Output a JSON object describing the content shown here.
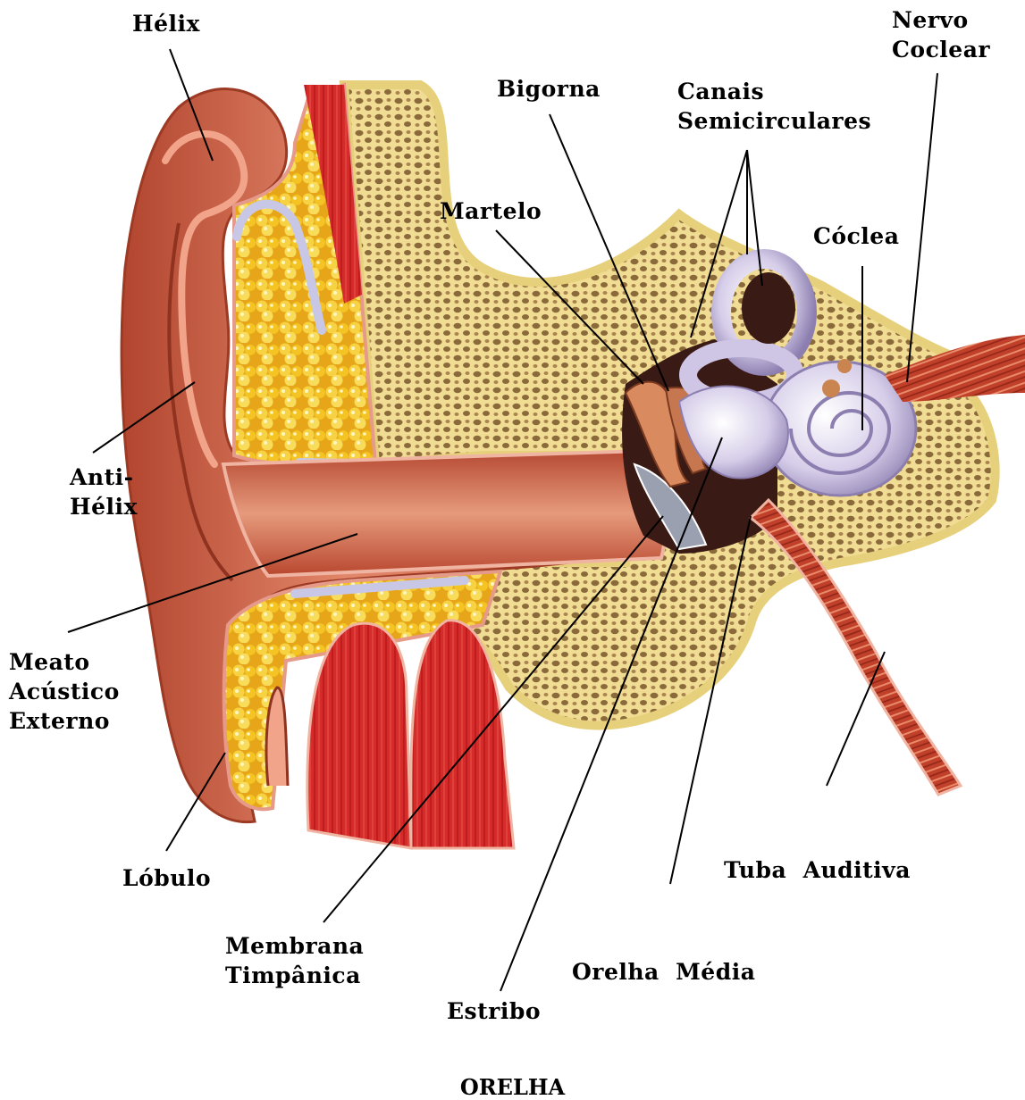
{
  "title": "ORELHA",
  "labels": {
    "helix": "Hélix",
    "anti_helix": [
      "Anti-",
      "Hélix"
    ],
    "meato": [
      "Meato",
      "Acústico",
      "Externo"
    ],
    "lobulo": "Lóbulo",
    "membrana": [
      "Membrana",
      "Timpânica"
    ],
    "estribo": "Estribo",
    "martelo": "Martelo",
    "bigorna": "Bigorna",
    "canais": [
      "Canais",
      "Semicirculares"
    ],
    "coclea": "Cóclea",
    "nervo": [
      "Nervo",
      "Coclear"
    ],
    "tuba": "Tuba  Auditiva",
    "orelha_media": "Orelha  Média"
  },
  "colors": {
    "skin": "#c8543a",
    "skin_light": "#e58a6a",
    "fat": "#f3c423",
    "bone_bg": "#f4e7a6",
    "bone_spot": "#8a6a3a",
    "muscle": "#d32a2a",
    "cartilage": "#c9c7e6",
    "labyrinth": "#d9d2ee",
    "cavity": "#3a1a14"
  }
}
